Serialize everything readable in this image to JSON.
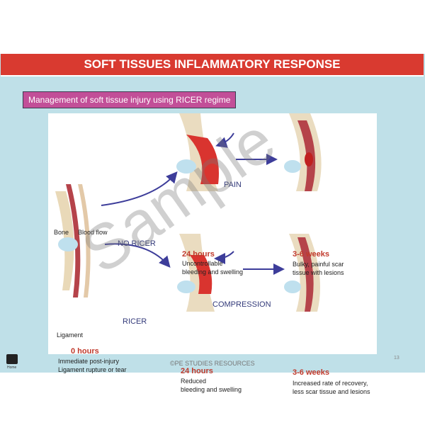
{
  "title": "SOFT TISSUES INFLAMMATORY RESPONSE",
  "subtitle": "Management of soft tissue injury using RICER regime",
  "labels": {
    "bone": "Bone",
    "blood_flow": "Blood flow",
    "ligament": "Ligament",
    "no_ricer": "NO RICER",
    "ricer": "RICER",
    "pain": "PAIN",
    "compression": "COMPRESSION"
  },
  "stages": {
    "initial": {
      "time": "0 hours",
      "desc1": "Immediate post-injury",
      "desc2": "Ligament rupture or tear"
    },
    "no_ricer_24": {
      "time": "24 hours",
      "desc1": "Uncontrollable",
      "desc2": "bleeding and swelling"
    },
    "no_ricer_weeks": {
      "time": "3-6 weeks",
      "desc1": "Bulky, painful scar",
      "desc2": "tissue with lesions"
    },
    "ricer_24": {
      "time": "24 hours",
      "desc1": "Reduced",
      "desc2": "bleeding and swelling"
    },
    "ricer_weeks": {
      "time": "3-6 weeks",
      "desc1": "Increased rate of recovery,",
      "desc2": "less scar tissue and lesions"
    }
  },
  "watermark": "Sample",
  "footer": "©PE STUDIES RESOURCES",
  "page_number": "13",
  "home_label": "Home"
}
